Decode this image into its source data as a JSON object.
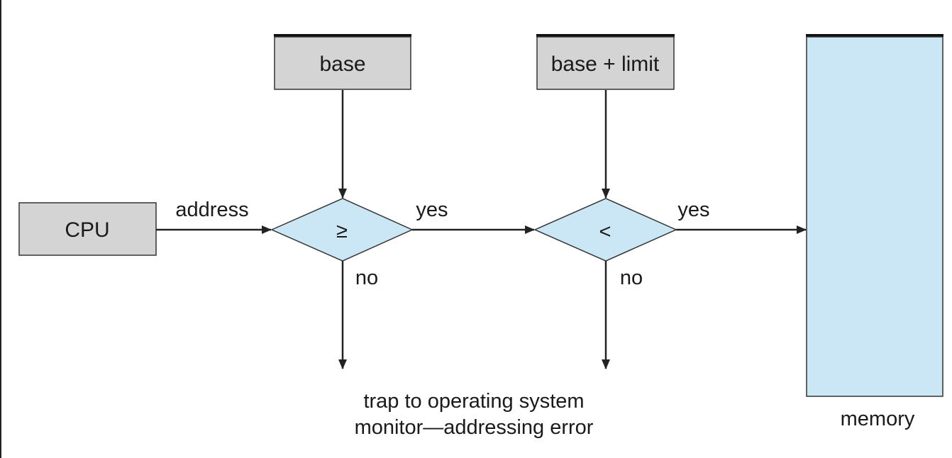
{
  "diagram": {
    "boxes": {
      "cpu": "CPU",
      "base": "base",
      "base_limit": "base + limit",
      "memory": "memory"
    },
    "comparators": {
      "first_symbol": "≥",
      "second_symbol": "<"
    },
    "edge_labels": {
      "address": "address",
      "yes_1": "yes",
      "no_1": "no",
      "yes_2": "yes",
      "no_2": "no"
    },
    "trap_text": {
      "line1": "trap to operating system",
      "line2": "monitor—addressing error"
    },
    "colors": {
      "register_fill": "#d4d4d4",
      "comparator_fill": "#cbe7f6",
      "memory_fill": "#cbe7f6",
      "stroke": "#222222"
    }
  }
}
